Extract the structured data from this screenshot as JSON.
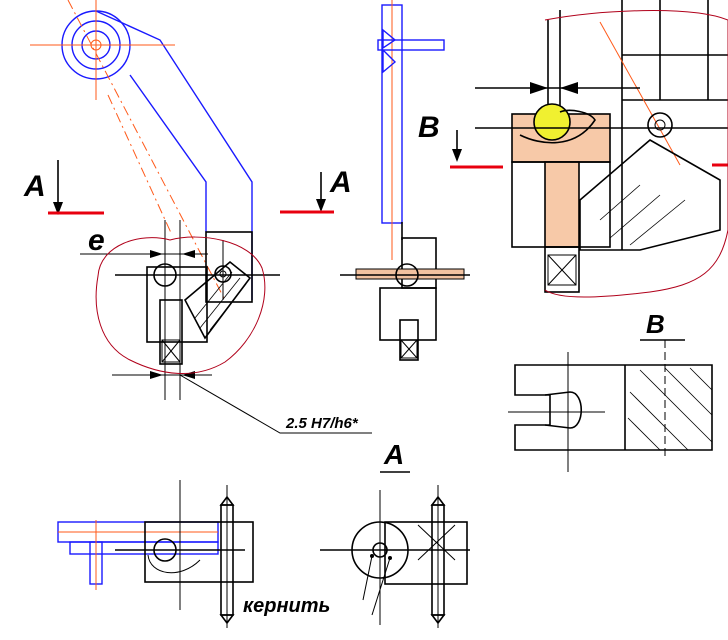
{
  "labels": {
    "section_a_left": "A",
    "section_a_right": "A",
    "section_b": "B",
    "dimension_e": "e",
    "fit_note": "2.5 H7/h6*",
    "view_b_title": "B",
    "view_a_title": "A",
    "punch_note": "кернить"
  },
  "colors": {
    "outline": "#000000",
    "blue_part": "#1a1aff",
    "center_line": "#ff5a1a",
    "section_mark": "#e8000f",
    "highlight_outline": "#b0001a",
    "pin_fill": "#f2c2a0",
    "block_fill": "#f7c9a8",
    "ball_fill": "#f0f030"
  }
}
